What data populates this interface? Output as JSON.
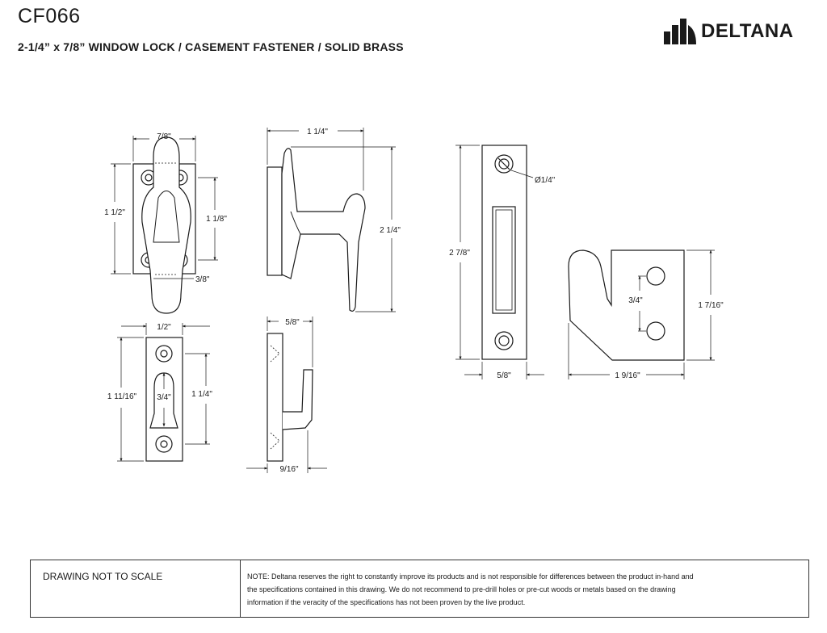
{
  "header": {
    "title": "CF066",
    "subtitle": "2-1/4” x 7/8” WINDOW LOCK / CASEMENT FASTENER / SOLID BRASS",
    "brand": "DELTANA"
  },
  "dimensions": {
    "front_width": "7/8\"",
    "front_height": "1 1/2\"",
    "front_hole_spacing": "1 1/8\"",
    "front_offset": "3/8\"",
    "side_depth": "1 1/4\"",
    "side_length": "2 1/4\"",
    "keeper_width": "1/2\"",
    "keeper_height": "1 11/16\"",
    "keeper_slot": "3/4\"",
    "keeper_hole_spacing": "1 1/4\"",
    "keeper_side_top": "5/8\"",
    "keeper_side_bottom": "9/16\"",
    "strike_hole": "Ø1/4\"",
    "strike_height": "2 7/8\"",
    "strike_width": "5/8\"",
    "hook_hole_spacing": "3/4\"",
    "hook_height": "1  7/16\"",
    "hook_width": "1  9/16\""
  },
  "footer": {
    "scale_note": "DRAWING NOT TO SCALE",
    "note_line1": "NOTE: Deltana reserves the right to constantly improve its products and is not responsible for differences between the product in-hand and",
    "note_line2": "the specifications contained in this drawing.  We do not recommend to pre-drill holes or pre-cut woods or metals based on the drawing",
    "note_line3": "information if the veracity of the specifications has not been proven by the live product."
  }
}
